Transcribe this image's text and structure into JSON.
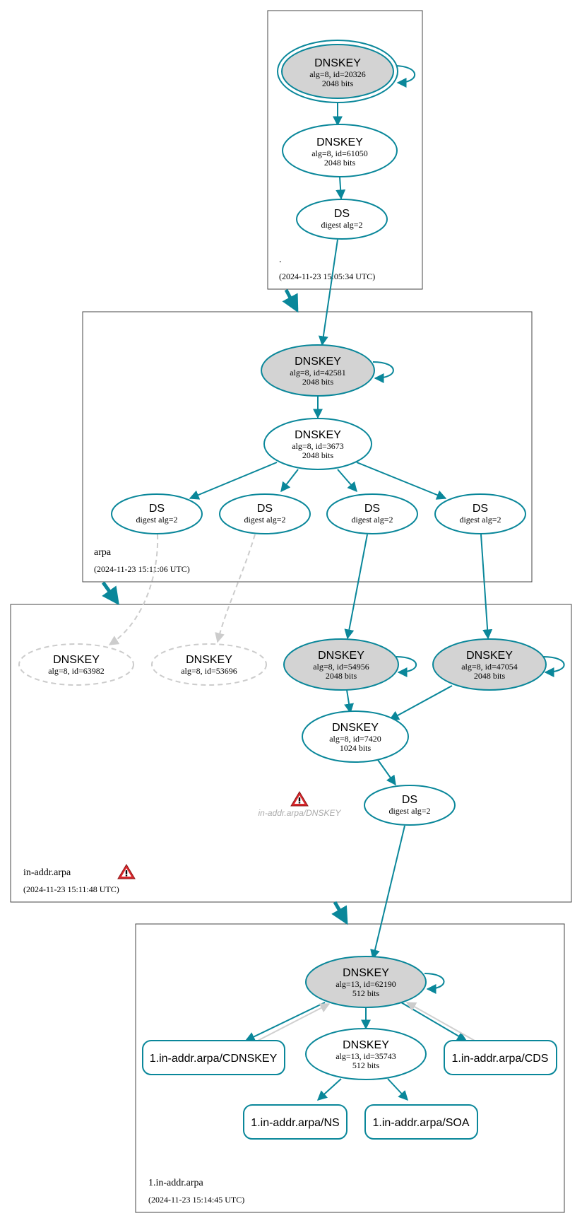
{
  "colors": {
    "edge": "#0a879a",
    "ksk_fill": "#d3d3d3",
    "inactive": "#cccccc",
    "warning": "#d9262b"
  },
  "zones": [
    {
      "name": ".",
      "time": "(2024-11-23 15:05:34 UTC)"
    },
    {
      "name": "arpa",
      "time": "(2024-11-23 15:11:06 UTC)"
    },
    {
      "name": "in-addr.arpa",
      "time": "(2024-11-23 15:11:48 UTC)"
    },
    {
      "name": "1.in-addr.arpa",
      "time": "(2024-11-23 15:14:45 UTC)"
    }
  ],
  "nodes": {
    "root_ksk": {
      "type": "DNSKEY",
      "line1": "alg=8, id=20326",
      "line2": "2048 bits"
    },
    "root_zsk": {
      "type": "DNSKEY",
      "line1": "alg=8, id=61050",
      "line2": "2048 bits"
    },
    "root_ds": {
      "type": "DS",
      "line1": "digest alg=2"
    },
    "arpa_ksk": {
      "type": "DNSKEY",
      "line1": "alg=8, id=42581",
      "line2": "2048 bits"
    },
    "arpa_zsk": {
      "type": "DNSKEY",
      "line1": "alg=8, id=3673",
      "line2": "2048 bits"
    },
    "arpa_ds1": {
      "type": "DS",
      "line1": "digest alg=2"
    },
    "arpa_ds2": {
      "type": "DS",
      "line1": "digest alg=2"
    },
    "arpa_ds3": {
      "type": "DS",
      "line1": "digest alg=2"
    },
    "arpa_ds4": {
      "type": "DS",
      "line1": "digest alg=2"
    },
    "ia_missing1": {
      "type": "DNSKEY",
      "line1": "alg=8, id=63982"
    },
    "ia_missing2": {
      "type": "DNSKEY",
      "line1": "alg=8, id=53696"
    },
    "ia_ksk1": {
      "type": "DNSKEY",
      "line1": "alg=8, id=54956",
      "line2": "2048 bits"
    },
    "ia_ksk2": {
      "type": "DNSKEY",
      "line1": "alg=8, id=47054",
      "line2": "2048 bits"
    },
    "ia_zsk": {
      "type": "DNSKEY",
      "line1": "alg=8, id=7420",
      "line2": "1024 bits"
    },
    "ia_ds": {
      "type": "DS",
      "line1": "digest alg=2"
    },
    "one_ksk": {
      "type": "DNSKEY",
      "line1": "alg=13, id=62190",
      "line2": "512 bits"
    },
    "one_zsk": {
      "type": "DNSKEY",
      "line1": "alg=13, id=35743",
      "line2": "512 bits"
    }
  },
  "rrsets": {
    "cdnskey": "1.in-addr.arpa/CDNSKEY",
    "cds": "1.in-addr.arpa/CDS",
    "ns": "1.in-addr.arpa/NS",
    "soa": "1.in-addr.arpa/SOA"
  },
  "warnings": {
    "dnskey_label": "in-addr.arpa/DNSKEY"
  }
}
